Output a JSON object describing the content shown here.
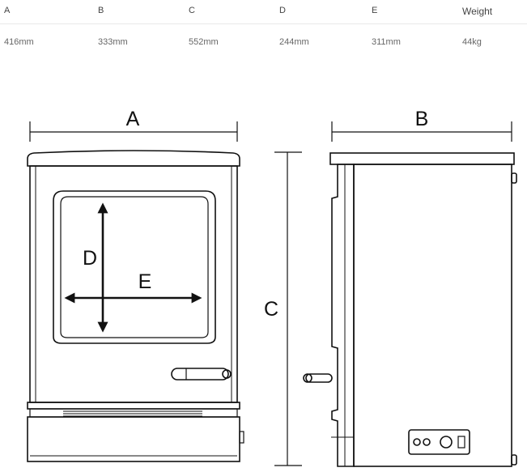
{
  "specs": {
    "headers": [
      "A",
      "B",
      "C",
      "D",
      "E",
      "Weight"
    ],
    "values": [
      "416mm",
      "333mm",
      "552mm",
      "244mm",
      "311mm",
      "44kg"
    ]
  },
  "diagram": {
    "labels": {
      "a": "A",
      "b": "B",
      "c": "C",
      "d": "D",
      "e": "E"
    }
  }
}
